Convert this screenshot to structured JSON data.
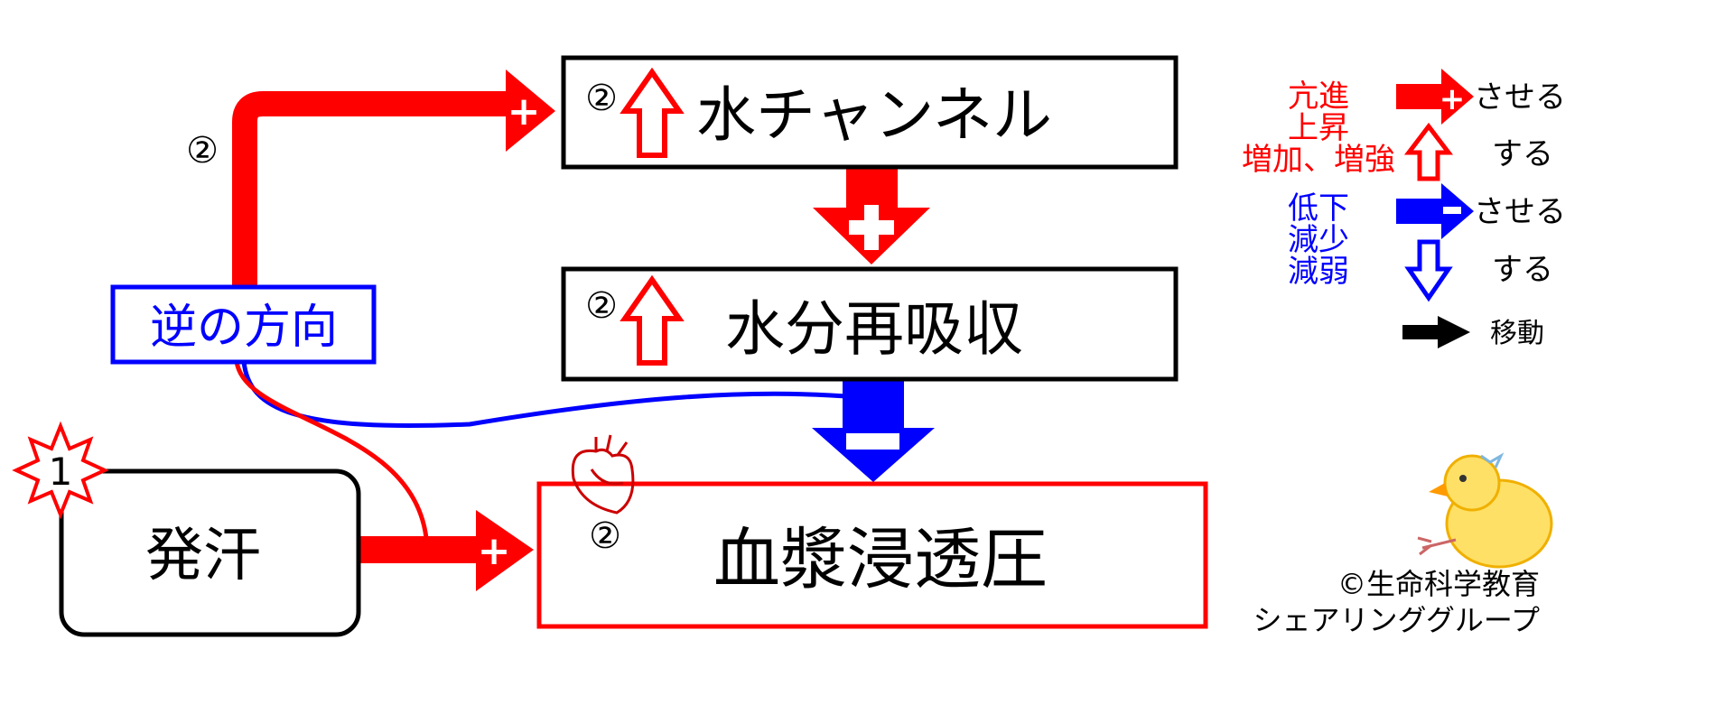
{
  "boxes": {
    "aquaporin": {
      "step": "②",
      "label": "水チャンネル"
    },
    "reabsorption": {
      "step": "②",
      "label": "水分再吸収"
    },
    "osmotic": {
      "step": "②",
      "label": "血漿浸透圧"
    },
    "sweat": {
      "label": "発汗"
    },
    "reverse": {
      "label": "逆の方向"
    }
  },
  "marks": {
    "start_badge": "1",
    "left_path_step": "②"
  },
  "legend": {
    "increase_words": [
      "亢進",
      "上昇",
      "増加、増強"
    ],
    "decrease_words": [
      "低下",
      "減少",
      "減弱"
    ],
    "suffix_cause": "させる",
    "suffix_do": "する",
    "move_label": "移動"
  },
  "credit": {
    "line1": "©生命科学教育",
    "line2": "シェアリンググループ"
  },
  "colors": {
    "red": "#ff0000",
    "blue": "#0000ff",
    "black": "#000000"
  }
}
